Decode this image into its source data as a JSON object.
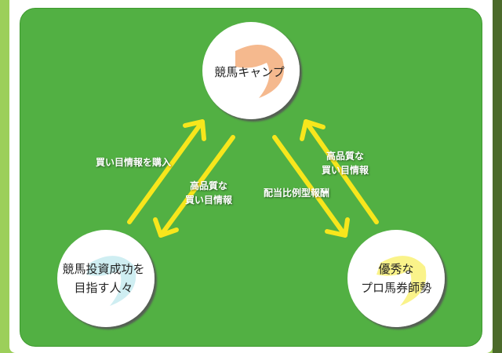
{
  "colors": {
    "panel": "#52b043",
    "arrow": "#f7e61c",
    "top_swirl": "#f5b98e",
    "left_swirl": "#cfeef2",
    "right_swirl": "#faf38a"
  },
  "nodes": {
    "top": {
      "label": "競馬キャンプ"
    },
    "left": {
      "line1": "競馬投資成功を",
      "line2": "目指す人々"
    },
    "right": {
      "line1": "優秀な",
      "line2": "プロ馬券師勢"
    }
  },
  "edges": {
    "left_up": "買い目情報を購入",
    "left_down": {
      "line1": "高品質な",
      "line2": "買い目情報"
    },
    "right_down": "配当比例型報酬",
    "right_up": {
      "line1": "高品質な",
      "line2": "買い目情報"
    }
  }
}
